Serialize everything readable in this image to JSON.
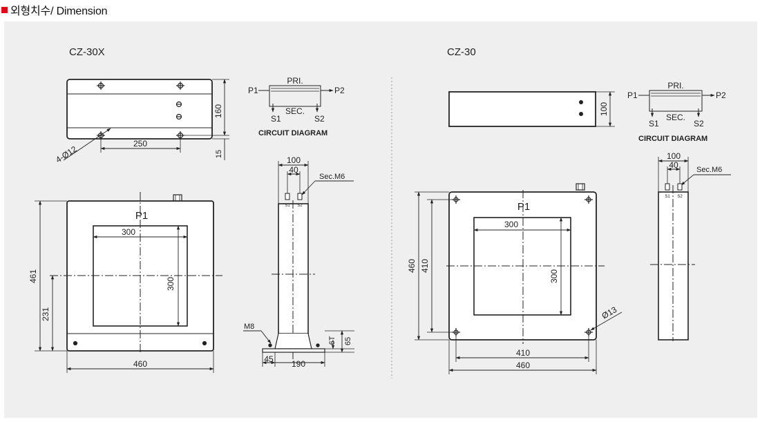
{
  "header": {
    "title": "외형치수/ Dimension",
    "marker_color": "#e30613"
  },
  "colors": {
    "panel_bg": "#efefef",
    "line": "#222222"
  },
  "left": {
    "model": "CZ-30X",
    "top_view": {
      "dim_width": "250",
      "dim_height": "160",
      "dim_offset": "15",
      "holes": "4-Ø12"
    },
    "circuit": {
      "pri": "PRI.",
      "sec": "SEC.",
      "p1": "P1",
      "p2": "P2",
      "s1": "S1",
      "s2": "S2",
      "caption": "CIRCUIT DIAGRAM"
    },
    "front": {
      "label": "P1",
      "window_w": "300",
      "window_h": "300",
      "total_w": "460",
      "total_h": "461",
      "center_h": "231"
    },
    "side": {
      "w100": "100",
      "w40": "40",
      "terminal": "Sec.M6",
      "t1": "S1",
      "t2": "S2",
      "mount": "M8",
      "foot_t": "6T",
      "foot_h": "65",
      "foot_a": "45",
      "foot_b": "190"
    }
  },
  "right": {
    "model": "CZ-30",
    "top_view": {
      "dim_height": "100"
    },
    "circuit": {
      "pri": "PRI.",
      "sec": "SEC.",
      "p1": "P1",
      "p2": "P2",
      "s1": "S1",
      "s2": "S2",
      "caption": "CIRCUIT DIAGRAM"
    },
    "front": {
      "label": "P1",
      "window_w": "300",
      "window_h": "300",
      "total_w": "460",
      "hole_w": "410",
      "total_h": "460",
      "hole_h": "410",
      "hole_dia": "Ø13"
    },
    "side": {
      "w100": "100",
      "w40": "40",
      "terminal": "Sec.M6",
      "t1": "S1",
      "t2": "S2"
    }
  }
}
